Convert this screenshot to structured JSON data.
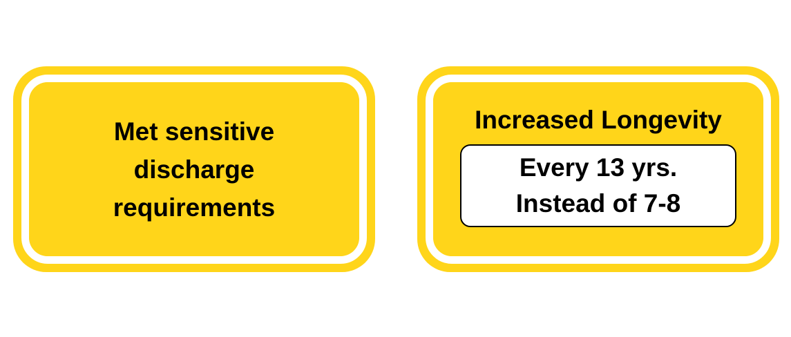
{
  "colors": {
    "card_fill": "#FFD51A",
    "ring": "#FFFFFF",
    "text": "#000000",
    "detail_box_fill": "#FFFFFF",
    "detail_box_border": "#000000"
  },
  "left_card": {
    "lines": [
      "Met sensitive",
      "discharge",
      "requirements"
    ]
  },
  "right_card": {
    "heading": "Increased Longevity",
    "detail_lines": [
      "Every 13 yrs.",
      "Instead of 7-8"
    ]
  }
}
